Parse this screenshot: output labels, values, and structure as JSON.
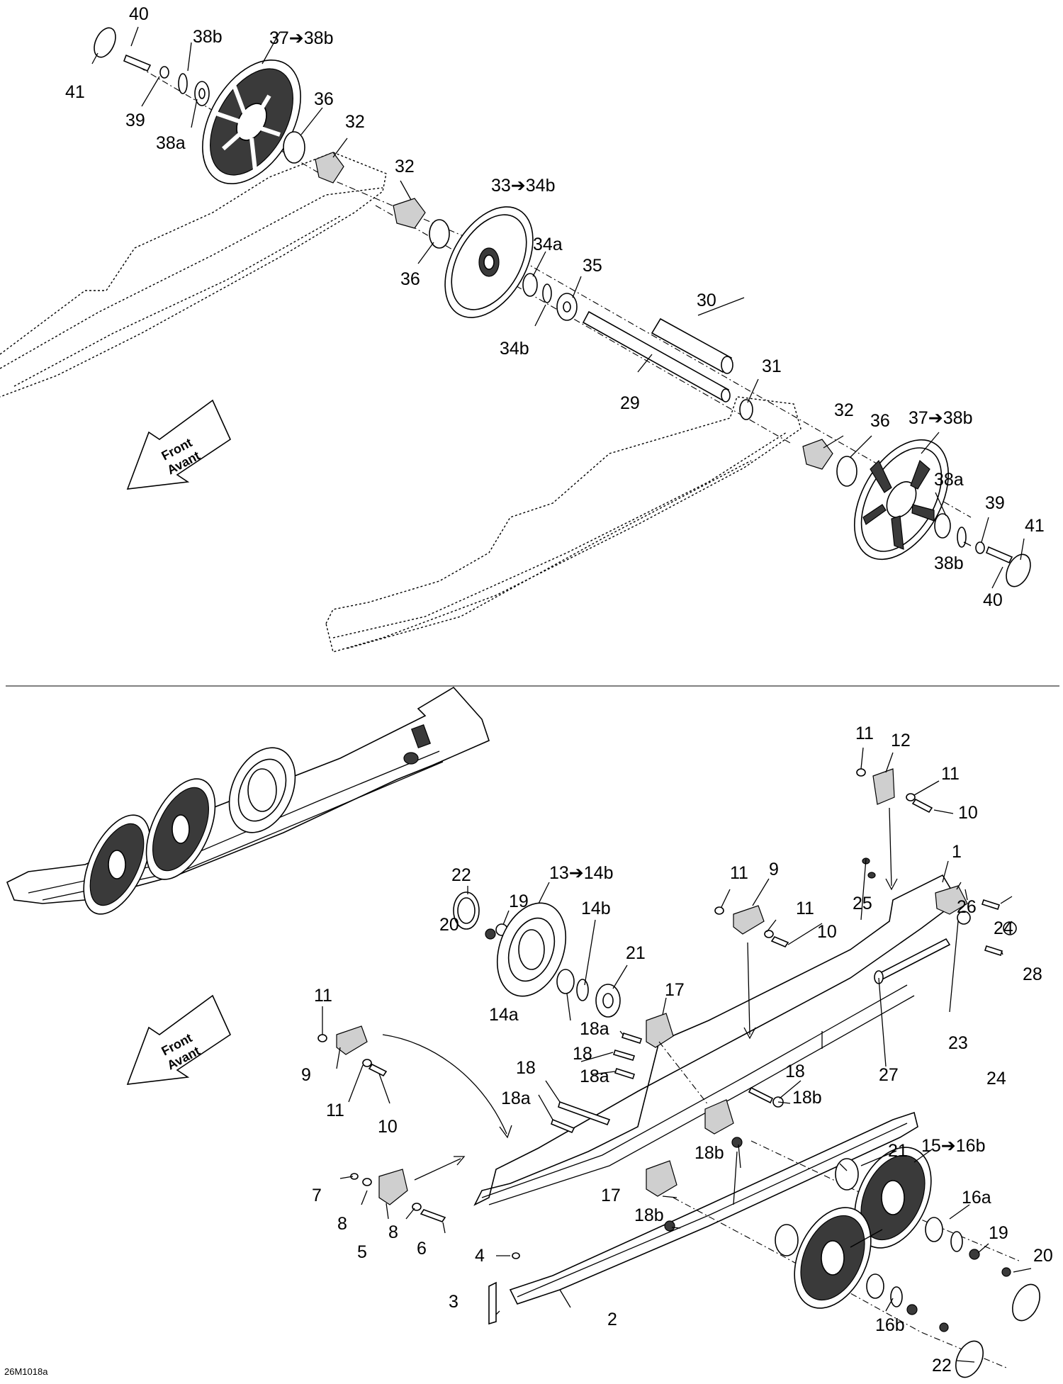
{
  "diagram": {
    "part_number": "26M1018a",
    "top_view": {
      "front_arrow": {
        "line1": "Front",
        "line2": "Avant"
      },
      "callouts": [
        "40",
        "38b",
        "37➔38b",
        "41",
        "39",
        "38a",
        "36",
        "32",
        "32",
        "33➔34b",
        "36",
        "34a",
        "35",
        "34b",
        "30",
        "29",
        "31",
        "32",
        "36",
        "37➔38b",
        "38a",
        "39",
        "41",
        "38b",
        "40"
      ]
    },
    "bottom_view": {
      "front_arrow": {
        "line1": "Front",
        "line2": "Avant"
      },
      "callouts": [
        "11",
        "12",
        "11",
        "10",
        "22",
        "13➔14b",
        "11",
        "9",
        "1",
        "19",
        "11",
        "25",
        "26",
        "20",
        "10",
        "24",
        "14b",
        "21",
        "28",
        "17",
        "14a",
        "18a",
        "23",
        "11",
        "18",
        "9",
        "18",
        "18a",
        "27",
        "24",
        "11",
        "10",
        "18a",
        "18",
        "18b",
        "15➔16b",
        "18b",
        "17",
        "21",
        "7",
        "18b",
        "16a",
        "8",
        "5",
        "8",
        "6",
        "4",
        "19",
        "20",
        "3",
        "2",
        "16b",
        "22"
      ]
    }
  }
}
